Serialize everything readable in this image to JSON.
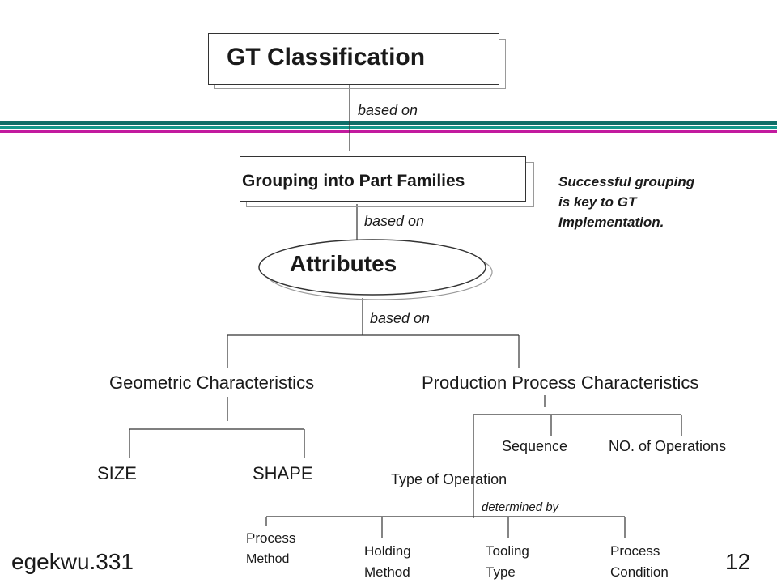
{
  "top_box": {
    "title": "GT  Classification"
  },
  "middle_box": {
    "title": "Grouping into Part Families"
  },
  "ellipse": {
    "title": "Attributes"
  },
  "connectors": {
    "based_on_1": "based on",
    "based_on_2": "based on",
    "based_on_3": "based on",
    "determined_by": "determined by"
  },
  "note": {
    "line1": "Successful grouping",
    "line2": "is key to GT",
    "line3": "Implementation."
  },
  "branches": {
    "geometric": "Geometric Characteristics",
    "production": "Production Process Characteristics"
  },
  "geometric_children": {
    "size": "SIZE",
    "shape": "SHAPE"
  },
  "production_children": {
    "sequence": "Sequence",
    "num_operations": "NO. of Operations",
    "type_of_operation": "Type of Operation"
  },
  "operation_children": {
    "process_method_1": "Process",
    "process_method_2": "Method",
    "holding_method_1": "Holding",
    "holding_method_2": "Method",
    "tooling_type_1": "Tooling",
    "tooling_type_2": "Type",
    "process_condition_1": "Process",
    "process_condition_2": "Condition"
  },
  "footer": {
    "left": "egekwu.331",
    "right": "12"
  },
  "colors": {
    "band_teal": "#14998c",
    "band_magenta": "#c21a9e",
    "band_teal_dark": "#0e6e68",
    "line": "#333333"
  }
}
